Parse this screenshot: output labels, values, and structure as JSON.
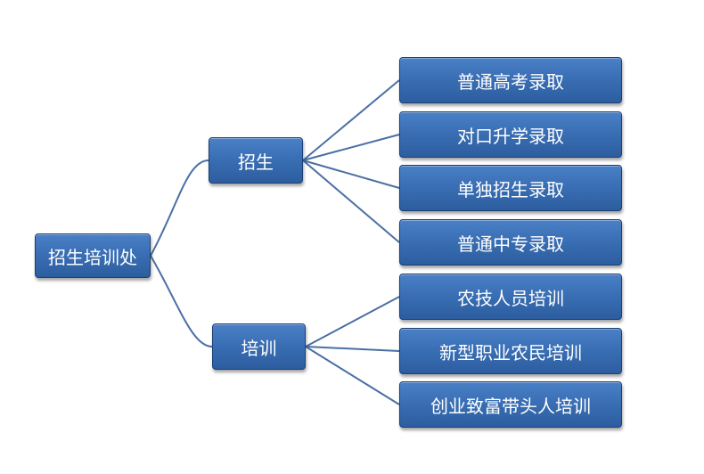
{
  "root": {
    "label": "招生培训处"
  },
  "branches": [
    {
      "label": "招生",
      "children": [
        "普通高考录取",
        "对口升学录取",
        "单独招生录取",
        "普通中专录取"
      ]
    },
    {
      "label": "培训",
      "children": [
        "农技人员培训",
        "新型职业农民培训",
        "创业致富带头人培训"
      ]
    }
  ],
  "colors": {
    "node_fill": "#3a6fb5",
    "node_border": "#1c3f73",
    "connector": "#4a6fa5",
    "text": "#ffffff"
  }
}
